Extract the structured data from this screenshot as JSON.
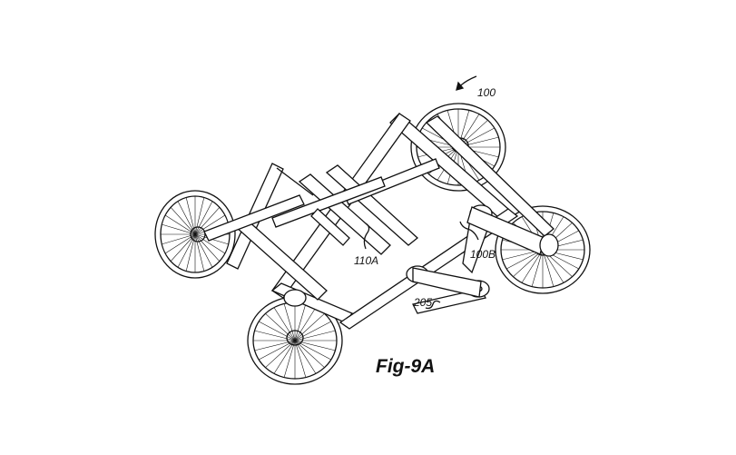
{
  "figure": {
    "caption": "Fig-9A",
    "ref_labels": {
      "assembly": "100",
      "component_a": "110A",
      "component_b": "100B",
      "link": "205"
    }
  }
}
